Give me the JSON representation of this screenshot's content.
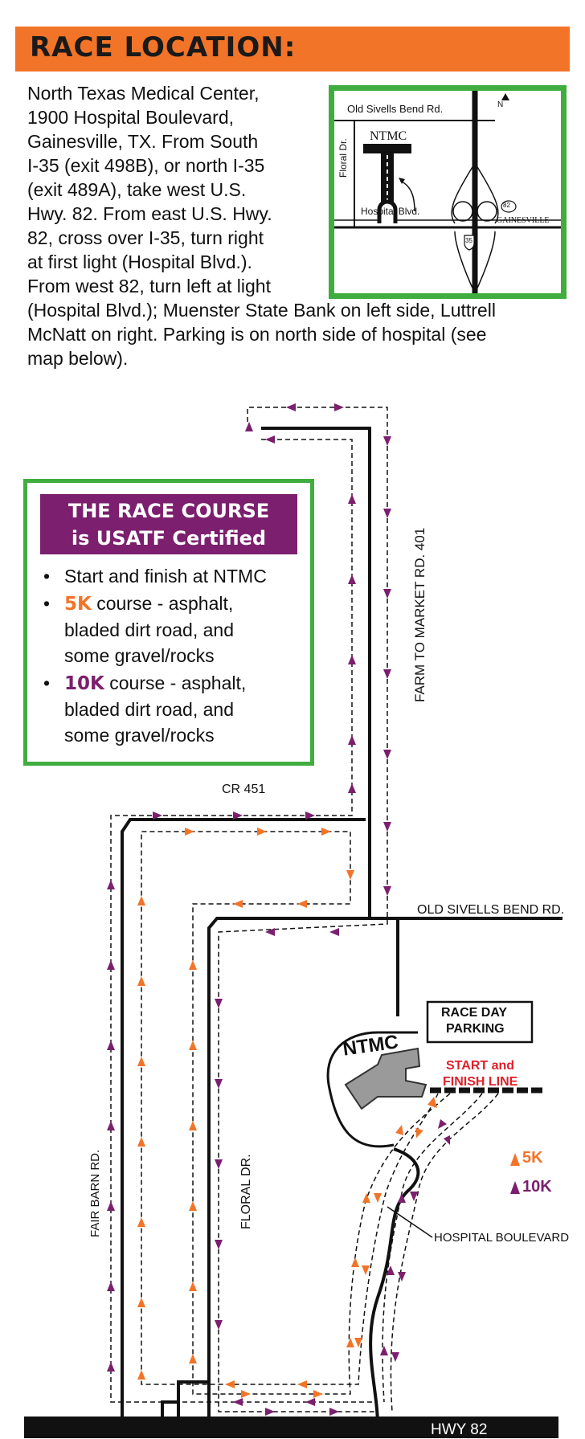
{
  "header": {
    "title": "RACE LOCATION:"
  },
  "intro_lines": [
    "North Texas Medical Center,",
    "1900 Hospital Boulevard,",
    "Gainesville, TX. From South",
    "I-35 (exit 498B), or north I-35",
    "(exit 489A), take west U.S.",
    "Hwy. 82. From east U.S. Hwy.",
    "82, cross over I-35, turn right",
    "at first light (Hospital Blvd.).",
    "From west 82, turn left at light",
    "(Hospital Blvd.); Muenster State Bank on left side, Luttrell",
    "McNatt on right. Parking is on north side of hospital (see",
    "map below)."
  ],
  "inset_map": {
    "old_sivells": "Old Sivells Bend Rd.",
    "north": "N",
    "ntmc": "NTMC",
    "floral": "Floral Dr.",
    "hospital_blvd": "Hospital Blvd.",
    "gainesville": "GAINESVILLE",
    "shield_82": "82",
    "shield_35": "35"
  },
  "course_box": {
    "title_line1": "THE RACE COURSE",
    "title_line2": "is USATF Certified",
    "item1": "Start and finish at NTMC",
    "item2_key": "5K",
    "item2_line1": " course - asphalt,",
    "item2_line2": "bladed dirt road, and",
    "item2_line3": "some gravel/rocks",
    "item3_key": "10K",
    "item3_line1": " course - asphalt,",
    "item3_line2": "bladed dirt road, and",
    "item3_line3": "some gravel/rocks",
    "bullet": "•"
  },
  "course_map": {
    "farm_to_market": "FARM TO MARKET RD. 401",
    "cr451": "CR 451",
    "old_sivells": "OLD SIVELLS BEND RD.",
    "parking_line1": "RACE DAY",
    "parking_line2": "PARKING",
    "ntmc": "NTMC",
    "start_line1": "START and",
    "start_line2": "FINISH LINE",
    "legend_5k": "5K",
    "legend_10k": "10K",
    "fair_barn": "FAIR BARN RD.",
    "floral": "FLORAL DR.",
    "hospital_blvd": "HOSPITAL BOULEVARD",
    "hwy82": "HWY 82"
  },
  "colors": {
    "header_orange": "#f27428",
    "box_green": "#3fae3f",
    "title_purple": "#7b1f6e",
    "route_5k": "#f27428",
    "route_10k": "#7b1f6e",
    "start_red": "#e0202a"
  }
}
